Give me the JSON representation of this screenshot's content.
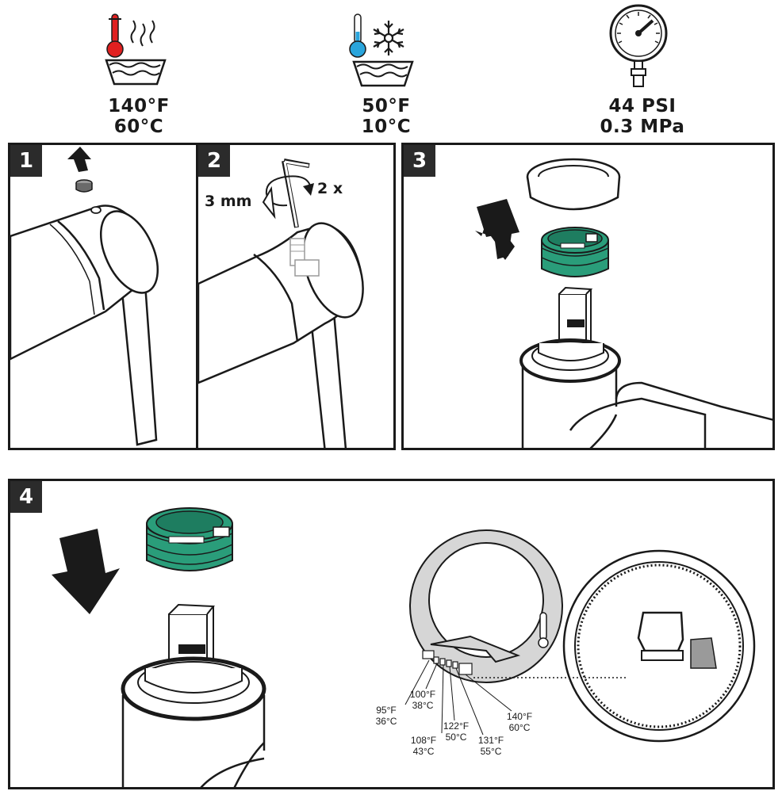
{
  "specs": {
    "hot": {
      "fahrenheit": "140°F",
      "celsius": "60°C",
      "icon": "hot-water-icon"
    },
    "cold": {
      "fahrenheit": "50°F",
      "celsius": "10°C",
      "icon": "cold-water-icon"
    },
    "pressure": {
      "psi": "44 PSI",
      "mpa": "0.3 MPa",
      "icon": "pressure-gauge-icon"
    }
  },
  "steps": [
    {
      "number": "1"
    },
    {
      "number": "2",
      "tool_size": "3 mm",
      "turns": "2 x"
    },
    {
      "number": "3"
    },
    {
      "number": "4"
    }
  ],
  "temperature_scale": [
    {
      "f": "95°F",
      "c": "36°C"
    },
    {
      "f": "100°F",
      "c": "38°C"
    },
    {
      "f": "108°F",
      "c": "43°C"
    },
    {
      "f": "122°F",
      "c": "50°C"
    },
    {
      "f": "131°F",
      "c": "55°C"
    },
    {
      "f": "140°F",
      "c": "60°C"
    }
  ],
  "colors": {
    "accent_green": "#2a9d7a",
    "hot_red": "#e02020",
    "cold_blue": "#2aa5dc",
    "outline": "#1a1a1a",
    "grey": "#d6d6d6"
  }
}
